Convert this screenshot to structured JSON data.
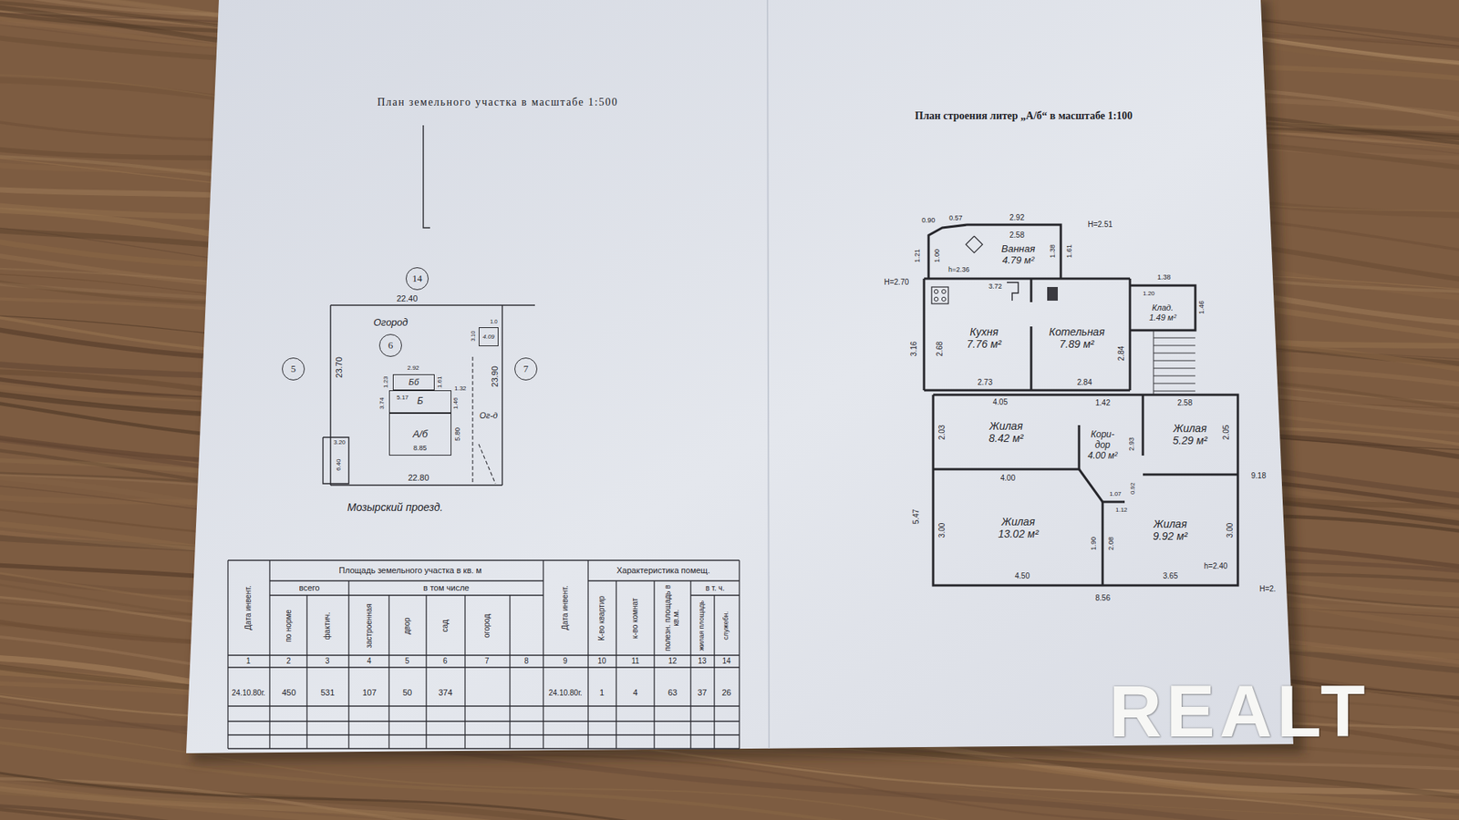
{
  "diagram": {
    "nodes": [
      {
        "text": [
          "14"
        ]
      },
      {
        "text": [
          "5"
        ]
      },
      {
        "text": [
          "6"
        ]
      },
      {
        "text": [
          "7"
        ]
      },
      {
        "text": [
          "Бб"
        ]
      },
      {
        "text": [
          "Б"
        ]
      },
      {
        "text": [
          "А/б"
        ]
      },
      {
        "text": [
          "4.09"
        ]
      },
      {
        "text": [
          "Ванная",
          "4.79 м²"
        ]
      },
      {
        "text": [
          "Кухня",
          "7.76 м²"
        ]
      },
      {
        "text": [
          "Котельная",
          "7.89 м²"
        ]
      },
      {
        "text": [
          "Клад.",
          "1.49 м²"
        ]
      },
      {
        "text": [
          "Жилая",
          "8.42 м²"
        ]
      },
      {
        "text": [
          "Кори- дор",
          "4.00 м²"
        ]
      },
      {
        "text": [
          "Жилая",
          "5.29 м²"
        ]
      },
      {
        "text": [
          "Жилая",
          "13.02 м²"
        ]
      },
      {
        "text": [
          "Жилая",
          "9.92 м²"
        ]
      }
    ],
    "edges": [],
    "labels": [
      "План земельного участка в масштабе 1:500",
      "План строения литер „А/б“ в масштабе 1:100",
      "22.40",
      "Огород",
      "23.70",
      "23.90",
      "2.92",
      "1.23",
      "1.61",
      "5.17",
      "3.74",
      "1.32",
      "1.46",
      "5.80",
      "8.85",
      "Ог-д",
      "1.0",
      "3.10",
      "3.20",
      "6.40",
      "22.80",
      "Мозырский проезд.",
      "2.92",
      "2.58",
      "0.90",
      "0.57",
      "1.21",
      "1.00",
      "1.38",
      "1.61",
      "Н=2.51",
      "h=2.36",
      "3.72",
      "Н=2.70",
      "1.38",
      "1.20",
      "1.46",
      "3.16",
      "2.68",
      "2.73",
      "2.84",
      "2.84",
      "4.05",
      "1.42",
      "2.58",
      "2.93",
      "2.03",
      "2.05",
      "4.00",
      "9.18",
      "0.92",
      "1.07",
      "1.12",
      "5.47",
      "3.00",
      "3.00",
      "1.90",
      "2.08",
      "4.50",
      "3.65",
      "h=2.40",
      "Н=2.",
      "8.56",
      "Дата инвент.",
      "Площадь земельного участка в кв. м",
      "всего",
      "в том числе",
      "по норме",
      "фактич.",
      "застроенная",
      "двор",
      "сад",
      "огород",
      "Дата инвент.",
      "Характеристика помещ.",
      "К-во квартир",
      "к-во комнат",
      "полезн. площадь в кв.м.",
      "в т. ч.",
      "жилая площадь",
      "служебн.",
      "1",
      "2",
      "3",
      "4",
      "5",
      "6",
      "7",
      "8",
      "9",
      "10",
      "11",
      "12",
      "13",
      "14",
      "24.10.80г.",
      "450",
      "531",
      "107",
      "50",
      "374",
      "24.10.80г.",
      "1",
      "4",
      "63",
      "37",
      "26",
      "REALT"
    ]
  }
}
